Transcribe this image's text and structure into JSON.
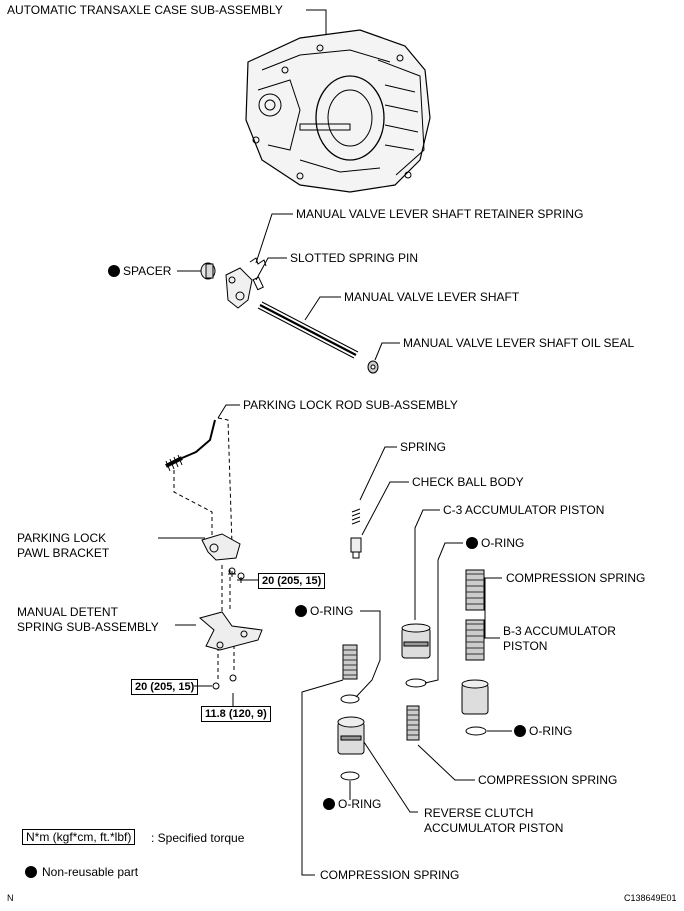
{
  "labels": {
    "transaxle_case": "AUTOMATIC TRANSAXLE CASE SUB-ASSEMBLY",
    "retainer_spring": "MANUAL VALVE LEVER SHAFT RETAINER SPRING",
    "spacer": "SPACER",
    "slotted_spring_pin": "SLOTTED SPRING PIN",
    "lever_shaft": "MANUAL VALVE LEVER SHAFT",
    "oil_seal": "MANUAL VALVE LEVER SHAFT OIL SEAL",
    "parking_lock_rod": "PARKING LOCK ROD SUB-ASSEMBLY",
    "spring": "SPRING",
    "check_ball_body": "CHECK BALL BODY",
    "c3_piston": "C-3 ACCUMULATOR PISTON",
    "o_ring_1": "O-RING",
    "compression_spring_1": "COMPRESSION SPRING",
    "b3_piston_line1": "B-3 ACCUMULATOR",
    "b3_piston_line2": "PISTON",
    "o_ring_2": "O-RING",
    "parking_bracket_line1": "PARKING LOCK",
    "parking_bracket_line2": "PAWL BRACKET",
    "detent_spring_line1": "MANUAL DETENT",
    "detent_spring_line2": "SPRING SUB-ASSEMBLY",
    "o_ring_3": "O-RING",
    "o_ring_4": "O-RING",
    "compression_spring_2": "COMPRESSION SPRING",
    "reverse_piston_line1": "REVERSE CLUTCH",
    "reverse_piston_line2": "ACCUMULATOR PISTON",
    "compression_spring_3": "COMPRESSION SPRING"
  },
  "torques": {
    "bracket_bolt": "20 (205, 15)",
    "detent_bolt": "20 (205, 15)",
    "detent_bolt_2": "11.8 (120, 9)"
  },
  "legend": {
    "torque_box": "N*m (kgf*cm, ft.*lbf)",
    "torque_text": ": Specified torque",
    "non_reusable": "Non-reusable part"
  },
  "corner": {
    "left": "N",
    "right": "C138649E01"
  }
}
